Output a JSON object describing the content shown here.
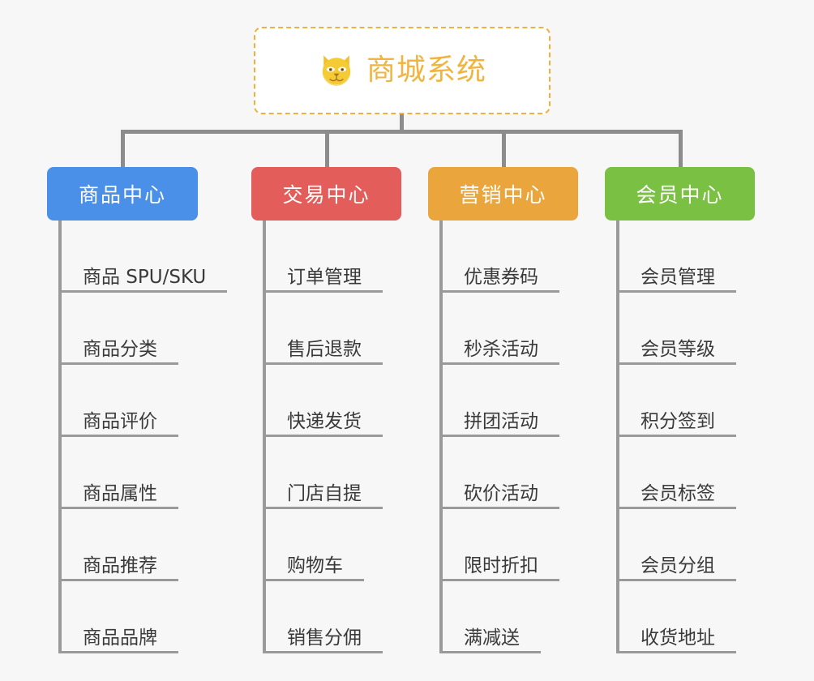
{
  "diagram": {
    "title": "商城系统",
    "type": "org-chart",
    "page_background": "#f7f7f7",
    "root": {
      "label": "商城系统",
      "icon": "shiba-dog-face-icon",
      "text_color": "#f0b43f",
      "border_color": "#f0b03c",
      "background": "#ffffff"
    },
    "connector_color": "#8c8c8c",
    "branches": [
      {
        "label": "商品中心",
        "color": "#4a90e8",
        "items": [
          "商品 SPU/SKU",
          "商品分类",
          "商品评价",
          "商品属性",
          "商品推荐",
          "商品品牌"
        ]
      },
      {
        "label": "交易中心",
        "color": "#e35d5b",
        "items": [
          "订单管理",
          "售后退款",
          "快递发货",
          "门店自提",
          "购物车",
          "销售分佣"
        ]
      },
      {
        "label": "营销中心",
        "color": "#eaa63c",
        "items": [
          "优惠券码",
          "秒杀活动",
          "拼团活动",
          "砍价活动",
          "限时折扣",
          "满减送"
        ]
      },
      {
        "label": "会员中心",
        "color": "#7ac143",
        "items": [
          "会员管理",
          "会员等级",
          "积分签到",
          "会员标签",
          "会员分组",
          "收货地址"
        ]
      }
    ]
  }
}
